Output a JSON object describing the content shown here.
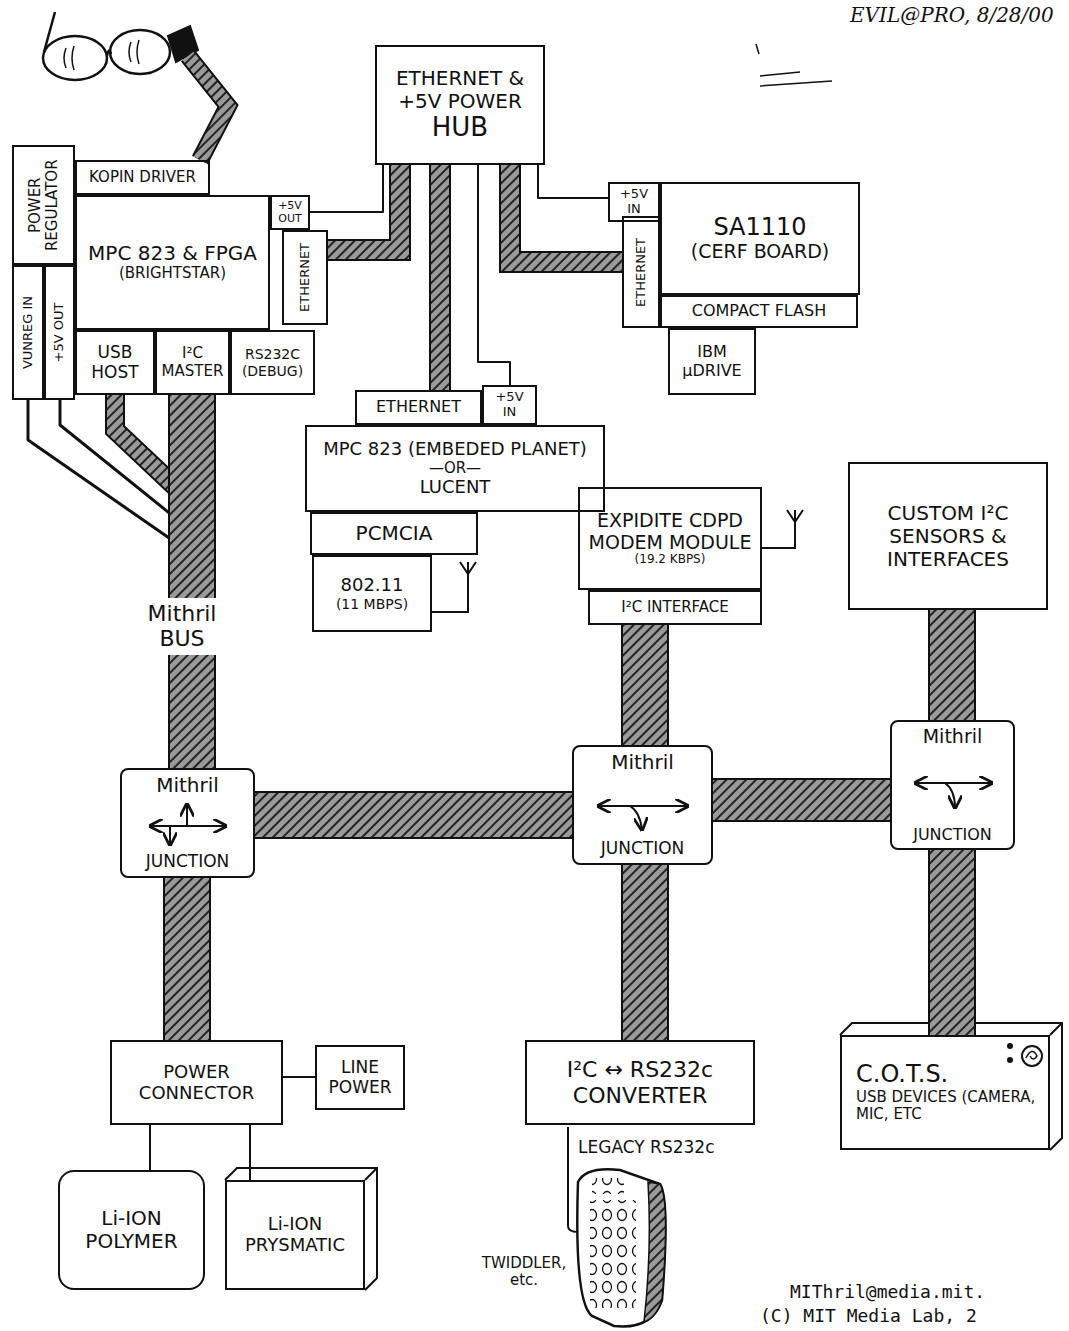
{
  "diagram": {
    "nodes": [
      {
        "text": [
          "POWER REGULATOR"
        ]
      },
      {
        "text": [
          "KOPIN DRIVER"
        ]
      },
      {
        "text": [
          "MPC 823 & FPGA",
          "(BRIGHTSTAR)"
        ]
      },
      {
        "text": [
          "+5V OUT"
        ]
      },
      {
        "text": [
          "ETHERNET"
        ]
      },
      {
        "text": [
          "VUNREG IN"
        ]
      },
      {
        "text": [
          "+5V OUT"
        ]
      },
      {
        "text": [
          "USB HOST"
        ]
      },
      {
        "text": [
          "I²C MASTER"
        ]
      },
      {
        "text": [
          "RS232C (DEBUG)"
        ]
      },
      {
        "text": [
          "ETHERNET & +5V POWER",
          "HUB"
        ]
      },
      {
        "text": [
          "+5V IN"
        ]
      },
      {
        "text": [
          "ETHERNET"
        ]
      },
      {
        "text": [
          "SA1110",
          "(CERF BOARD)"
        ]
      },
      {
        "text": [
          "COMPACT FLASH"
        ]
      },
      {
        "text": [
          "IBM µDRIVE"
        ]
      },
      {
        "text": [
          "ETHERNET"
        ]
      },
      {
        "text": [
          "+5V IN"
        ]
      },
      {
        "text": [
          "MPC 823 (EMBEDED PLANET)",
          "—OR—",
          "LUCENT"
        ]
      },
      {
        "text": [
          "PCMCIA"
        ]
      },
      {
        "text": [
          "802.11",
          "(11 MBPS)"
        ]
      },
      {
        "text": [
          "EXPIDITE CDPD MODEM MODULE",
          "(19.2 KBPS)"
        ]
      },
      {
        "text": [
          "I²C INTERFACE"
        ]
      },
      {
        "text": [
          "CUSTOM I²C SENSORS & INTERFACES"
        ]
      },
      {
        "text": [
          "Mithril",
          "JUNCTION"
        ]
      },
      {
        "text": [
          "Mithril",
          "JUNCTION"
        ]
      },
      {
        "text": [
          "Mithril",
          "JUNCTION"
        ]
      },
      {
        "text": [
          "POWER CONNECTOR"
        ]
      },
      {
        "text": [
          "LINE POWER"
        ]
      },
      {
        "text": [
          "I²C ↔ RS232c CONVERTER"
        ]
      },
      {
        "text": [
          "C.O.T.S.",
          "USB DEVICES (CAMERA, MIC, ETC"
        ]
      },
      {
        "text": [
          "Li-ION POLYMER"
        ]
      },
      {
        "text": [
          "Li-ION PRYSMATIC"
        ]
      }
    ],
    "edges": [
      {
        "from": 10,
        "to": 4,
        "arrow": "none"
      },
      {
        "from": 10,
        "to": 3,
        "arrow": "none"
      },
      {
        "from": 10,
        "to": 12,
        "arrow": "none"
      },
      {
        "from": 10,
        "to": 11,
        "arrow": "none"
      },
      {
        "from": 10,
        "to": 16,
        "arrow": "none"
      },
      {
        "from": 10,
        "to": 17,
        "arrow": "none"
      },
      {
        "from": 5,
        "to": 24,
        "arrow": "none"
      },
      {
        "from": 6,
        "to": 24,
        "arrow": "none"
      },
      {
        "from": 7,
        "to": 24,
        "arrow": "none"
      },
      {
        "from": 8,
        "to": 24,
        "arrow": "none"
      },
      {
        "from": 24,
        "to": 25,
        "arrow": "none"
      },
      {
        "from": 25,
        "to": 26,
        "arrow": "none"
      },
      {
        "from": 24,
        "to": 27,
        "arrow": "none"
      },
      {
        "from": 27,
        "to": 28,
        "arrow": "none"
      },
      {
        "from": 27,
        "to": 31,
        "arrow": "none"
      },
      {
        "from": 27,
        "to": 32,
        "arrow": "none"
      },
      {
        "from": 22,
        "to": 25,
        "arrow": "none"
      },
      {
        "from": 25,
        "to": 29,
        "arrow": "none"
      },
      {
        "from": 23,
        "to": 26,
        "arrow": "none"
      },
      {
        "from": 26,
        "to": 30,
        "arrow": "none"
      }
    ],
    "labels": [
      "EVIL@PRO, 8/28/00",
      "Mithril BUS",
      "LEGACY RS232c",
      "TWIDDLER, etc.",
      "MIThril@media.mit.",
      "(C) MIT Media Lab, 2"
    ]
  }
}
